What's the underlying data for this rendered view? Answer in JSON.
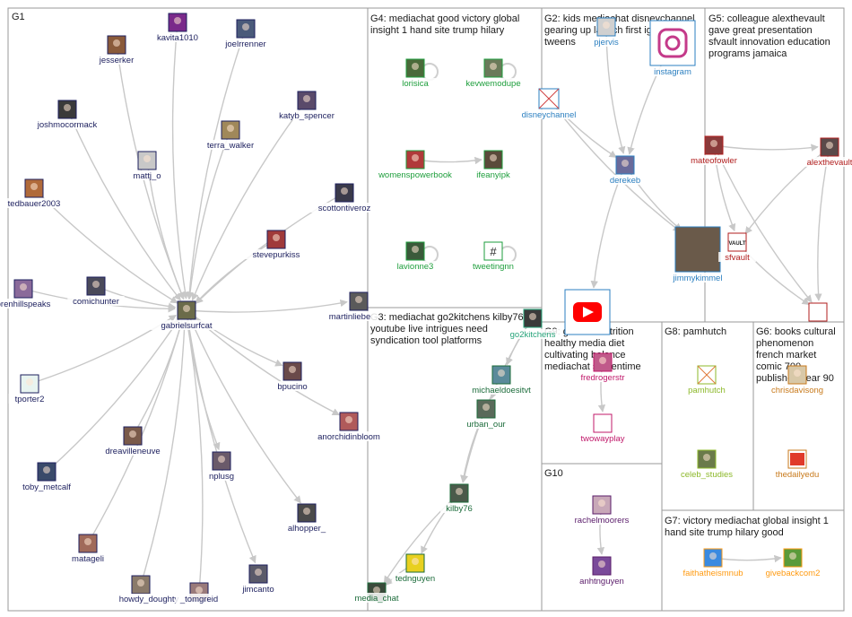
{
  "groups": [
    {
      "id": "G1",
      "label": "G1",
      "lines": []
    },
    {
      "id": "G2",
      "label": "G2:",
      "lines": [
        "G2: kids mediachat disneychannel",
        "gearing up launch first igtv series",
        "tweens"
      ]
    },
    {
      "id": "G3",
      "label": "G3:",
      "lines": [
        "G3: mediachat go2kitchens kilby76",
        "youtube live intrigues need",
        "syndication tool platforms"
      ]
    },
    {
      "id": "G4",
      "label": "G4:",
      "lines": [
        "G4: mediachat good victory global",
        "insight 1 hand site trump hilary"
      ]
    },
    {
      "id": "G5",
      "label": "G5:",
      "lines": [
        "G5: colleague alexthevault",
        "gave great presentation",
        "sfvault innovation education",
        "programs jamaica"
      ]
    },
    {
      "id": "G6",
      "label": "G6:",
      "lines": [
        "G6: books cultural",
        "phenomenon",
        "french market",
        "comic 700",
        "published year 90"
      ]
    },
    {
      "id": "G7",
      "label": "G7:",
      "lines": [
        "G7: victory mediachat global insight 1",
        "hand site trump hilary good"
      ]
    },
    {
      "id": "G8",
      "label": "G8:",
      "lines": [
        "G8: pamhutch"
      ]
    },
    {
      "id": "G9",
      "label": "G9:",
      "lines": [
        "G9: general nutrition",
        "healthy media diet",
        "cultivating balance",
        "mediachat screentime"
      ]
    },
    {
      "id": "G10",
      "label": "G10",
      "lines": [
        "G10"
      ]
    }
  ],
  "nodes": [
    {
      "id": "gabrielsurfcat",
      "label": "gabrielsurfcat",
      "color": "#1c1f5e",
      "avatar": "#6b6b4a"
    },
    {
      "id": "kavita1010",
      "label": "kavita1010",
      "color": "#1c1f5e",
      "avatar": "#7a2a8a"
    },
    {
      "id": "joelrrenner",
      "label": "joelrrenner",
      "color": "#1c1f5e",
      "avatar": "#4a5a7a"
    },
    {
      "id": "jesserker",
      "label": "jesserker",
      "color": "#1c1f5e",
      "avatar": "#8a5a3a"
    },
    {
      "id": "katyb_spencer",
      "label": "katyb_spencer",
      "color": "#1c1f5e",
      "avatar": "#5a4a6a"
    },
    {
      "id": "joshmocormack",
      "label": "joshmocormack",
      "color": "#1c1f5e",
      "avatar": "#3a3a3a"
    },
    {
      "id": "terra_walker",
      "label": "terra_walker",
      "color": "#1c1f5e",
      "avatar": "#a0885a"
    },
    {
      "id": "mattj_o",
      "label": "mattj_o",
      "color": "#1c1f5e",
      "avatar": "#c8c8c8"
    },
    {
      "id": "tedbauer2003",
      "label": "tedbauer2003",
      "color": "#1c1f5e",
      "avatar": "#b06a3a"
    },
    {
      "id": "scottontiveroz",
      "label": "scottontiveroz",
      "color": "#1c1f5e",
      "avatar": "#3a3a4a"
    },
    {
      "id": "stevepurkiss",
      "label": "stevepurkiss",
      "color": "#1c1f5e",
      "avatar": "#a03a3a"
    },
    {
      "id": "brenhillspeaks",
      "label": "brenhillspeaks",
      "color": "#1c1f5e",
      "avatar": "#8a6a9a"
    },
    {
      "id": "comichunter",
      "label": "comichunter",
      "color": "#1c1f5e",
      "avatar": "#4a4a5a"
    },
    {
      "id": "martinliebe",
      "label": "martinliebe",
      "color": "#1c1f5e",
      "avatar": "#5a5a5a"
    },
    {
      "id": "tporter2",
      "label": "tporter2",
      "color": "#1c1f5e",
      "avatar": "#e8f4f0"
    },
    {
      "id": "bpucino",
      "label": "bpucino",
      "color": "#1c1f5e",
      "avatar": "#6a4a4a"
    },
    {
      "id": "anorchidinbloom",
      "label": "anorchidinbloom",
      "color": "#1c1f5e",
      "avatar": "#b05a5a"
    },
    {
      "id": "dreavilleneuve",
      "label": "dreavilleneuve",
      "color": "#1c1f5e",
      "avatar": "#7a5a4a"
    },
    {
      "id": "toby_metcalf",
      "label": "toby_metcalf",
      "color": "#1c1f5e",
      "avatar": "#3a4a6a"
    },
    {
      "id": "nplusg",
      "label": "nplusg",
      "color": "#1c1f5e",
      "avatar": "#6a5a6a"
    },
    {
      "id": "alhopper_",
      "label": "alhopper_",
      "color": "#1c1f5e",
      "avatar": "#4a4a4a"
    },
    {
      "id": "matageli",
      "label": "matageli",
      "color": "#1c1f5e",
      "avatar": "#a06a5a"
    },
    {
      "id": "jimcanto",
      "label": "jimcanto",
      "color": "#1c1f5e",
      "avatar": "#5a5a6a"
    },
    {
      "id": "howdy_doughty",
      "label": "howdy_doughty",
      "color": "#1c1f5e",
      "avatar": "#8a7a6a"
    },
    {
      "id": "_tomgreid",
      "label": "_tomgreid",
      "color": "#1c1f5e",
      "avatar": "#9a7a7a"
    },
    {
      "id": "pjervis",
      "label": "pjervis",
      "color": "#2b7fc0",
      "avatar": "#d0d0d0"
    },
    {
      "id": "instagram",
      "label": "instagram",
      "color": "#2b7fc0",
      "avatar": "#c43a8a"
    },
    {
      "id": "disneychannel",
      "label": "disneychannel",
      "color": "#2b7fc0",
      "avatar": "#ffffff"
    },
    {
      "id": "derekeb",
      "label": "derekeb",
      "color": "#2b7fc0",
      "avatar": "#6a6a9a"
    },
    {
      "id": "jimmykimmel",
      "label": "jimmykimmel",
      "color": "#2b7fc0",
      "avatar": "#6a5a4a"
    },
    {
      "id": "youtube",
      "label": "",
      "color": "#2b7fc0",
      "avatar": "#ff0000"
    },
    {
      "id": "lorisica",
      "label": "lorisica",
      "color": "#1e9e3c",
      "avatar": "#4a6a3a"
    },
    {
      "id": "kevwemodupe",
      "label": "kevwemodupe",
      "color": "#1e9e3c",
      "avatar": "#6a7a5a"
    },
    {
      "id": "womenspowerbook",
      "label": "womenspowerbook",
      "color": "#1e9e3c",
      "avatar": "#b03a3a"
    },
    {
      "id": "ifeanyipk",
      "label": "ifeanyipk",
      "color": "#1e9e3c",
      "avatar": "#5a4a3a"
    },
    {
      "id": "lavionne3",
      "label": "lavionne3",
      "color": "#1e9e3c",
      "avatar": "#3a5a3a"
    },
    {
      "id": "tweetingnn",
      "label": "tweetingnn",
      "color": "#1e9e3c",
      "avatar": "#ffffff"
    },
    {
      "id": "go2kitchens",
      "label": "go2kitchens",
      "color": "#27a47a",
      "avatar": "#3a3a3a"
    },
    {
      "id": "michaeldoesitvt",
      "label": "michaeldoesitvt",
      "color": "#1b6b3a",
      "avatar": "#5a8a9a"
    },
    {
      "id": "urban_our",
      "label": "urban_our",
      "color": "#1b6b3a",
      "avatar": "#5a6a5a"
    },
    {
      "id": "kilby76",
      "label": "kilby76",
      "color": "#1b6b3a",
      "avatar": "#4a5a4a"
    },
    {
      "id": "tednguyen",
      "label": "tednguyen",
      "color": "#1b6b3a",
      "avatar": "#e8d020"
    },
    {
      "id": "media_chat",
      "label": "media_chat",
      "color": "#1b6b3a",
      "avatar": "#3a4a3a"
    },
    {
      "id": "mateofowler",
      "label": "mateofowler",
      "color": "#b01c1c",
      "avatar": "#8a3a3a"
    },
    {
      "id": "alexthevault",
      "label": "alexthevault",
      "color": "#b01c1c",
      "avatar": "#5a4a4a"
    },
    {
      "id": "sfvault",
      "label": "sfvault",
      "color": "#b01c1c",
      "avatar": "#ffffff"
    },
    {
      "id": "g5extra",
      "label": "",
      "color": "#b01c1c",
      "avatar": "#ffffff"
    },
    {
      "id": "fredrogerstr",
      "label": "fredrogerstr",
      "color": "#c0186a",
      "avatar": "#c05a8a"
    },
    {
      "id": "twowayplay",
      "label": "twowayplay",
      "color": "#c0186a",
      "avatar": "#ffffff"
    },
    {
      "id": "pamhutch",
      "label": "pamhutch",
      "color": "#8cb82a",
      "avatar": "#ffffff"
    },
    {
      "id": "celeb_studies",
      "label": "celeb_studies",
      "color": "#8cb82a",
      "avatar": "#6a7a4a"
    },
    {
      "id": "chrisdavisong",
      "label": "chrisdavisong",
      "color": "#c87a1c",
      "avatar": "#d8c8a8"
    },
    {
      "id": "thedailyedu",
      "label": "thedailyedu",
      "color": "#c87a1c",
      "avatar": "#ffffff"
    },
    {
      "id": "faithatheismnub",
      "label": "faithatheismnub",
      "color": "#ff9a10",
      "avatar": "#3a8ae0"
    },
    {
      "id": "givebackcom2",
      "label": "givebackcom2",
      "color": "#ff9a10",
      "avatar": "#5a9a3a"
    },
    {
      "id": "rachelmoorers",
      "label": "rachelmoorers",
      "color": "#5a1c6a",
      "avatar": "#c8a8b8"
    },
    {
      "id": "anhtnguyen",
      "label": "anhtnguyen",
      "color": "#5a1c6a",
      "avatar": "#7a4a9a"
    }
  ],
  "edges": [
    [
      "kavita1010",
      "gabrielsurfcat"
    ],
    [
      "joelrrenner",
      "gabrielsurfcat"
    ],
    [
      "jesserker",
      "gabrielsurfcat"
    ],
    [
      "katyb_spencer",
      "gabrielsurfcat"
    ],
    [
      "joshmocormack",
      "gabrielsurfcat"
    ],
    [
      "terra_walker",
      "gabrielsurfcat"
    ],
    [
      "mattj_o",
      "gabrielsurfcat"
    ],
    [
      "tedbauer2003",
      "gabrielsurfcat"
    ],
    [
      "scottontiveroz",
      "gabrielsurfcat"
    ],
    [
      "stevepurkiss",
      "gabrielsurfcat"
    ],
    [
      "brenhillspeaks",
      "gabrielsurfcat"
    ],
    [
      "comichunter",
      "gabrielsurfcat"
    ],
    [
      "gabrielsurfcat",
      "martinliebe"
    ],
    [
      "tporter2",
      "gabrielsurfcat"
    ],
    [
      "gabrielsurfcat",
      "bpucino"
    ],
    [
      "gabrielsurfcat",
      "anorchidinbloom"
    ],
    [
      "dreavilleneuve",
      "gabrielsurfcat"
    ],
    [
      "toby_metcalf",
      "gabrielsurfcat"
    ],
    [
      "gabrielsurfcat",
      "nplusg"
    ],
    [
      "gabrielsurfcat",
      "alhopper_"
    ],
    [
      "matageli",
      "gabrielsurfcat"
    ],
    [
      "gabrielsurfcat",
      "jimcanto"
    ],
    [
      "howdy_doughty",
      "gabrielsurfcat"
    ],
    [
      "_tomgreid",
      "gabrielsurfcat"
    ],
    [
      "pjervis",
      "derekeb"
    ],
    [
      "instagram",
      "derekeb"
    ],
    [
      "disneychannel",
      "derekeb"
    ],
    [
      "derekeb",
      "jimmykimmel"
    ],
    [
      "derekeb",
      "youtube"
    ],
    [
      "disneychannel",
      "jimmykimmel"
    ],
    [
      "womenspowerbook",
      "ifeanyipk"
    ],
    [
      "go2kitchens",
      "michaeldoesitvt"
    ],
    [
      "go2kitchens",
      "urban_our"
    ],
    [
      "urban_our",
      "kilby76"
    ],
    [
      "michaeldoesitvt",
      "kilby76"
    ],
    [
      "kilby76",
      "tednguyen"
    ],
    [
      "tednguyen",
      "media_chat"
    ],
    [
      "kilby76",
      "media_chat"
    ],
    [
      "mateofowler",
      "alexthevault"
    ],
    [
      "mateofowler",
      "sfvault"
    ],
    [
      "alexthevault",
      "sfvault"
    ],
    [
      "alexthevault",
      "g5extra"
    ],
    [
      "mateofowler",
      "g5extra"
    ],
    [
      "sfvault",
      "g5extra"
    ],
    [
      "fredrogerstr",
      "twowayplay"
    ],
    [
      "faithatheismnub",
      "givebackcom2"
    ],
    [
      "rachelmoorers",
      "anhtnguyen"
    ]
  ],
  "self_loops": [
    "lorisica",
    "kevwemodupe",
    "lavionne3",
    "tweetingnn"
  ],
  "colors": {
    "edge": "#c8c8c8",
    "frame": "#9a9a9a",
    "text": "#1a1a1a"
  }
}
